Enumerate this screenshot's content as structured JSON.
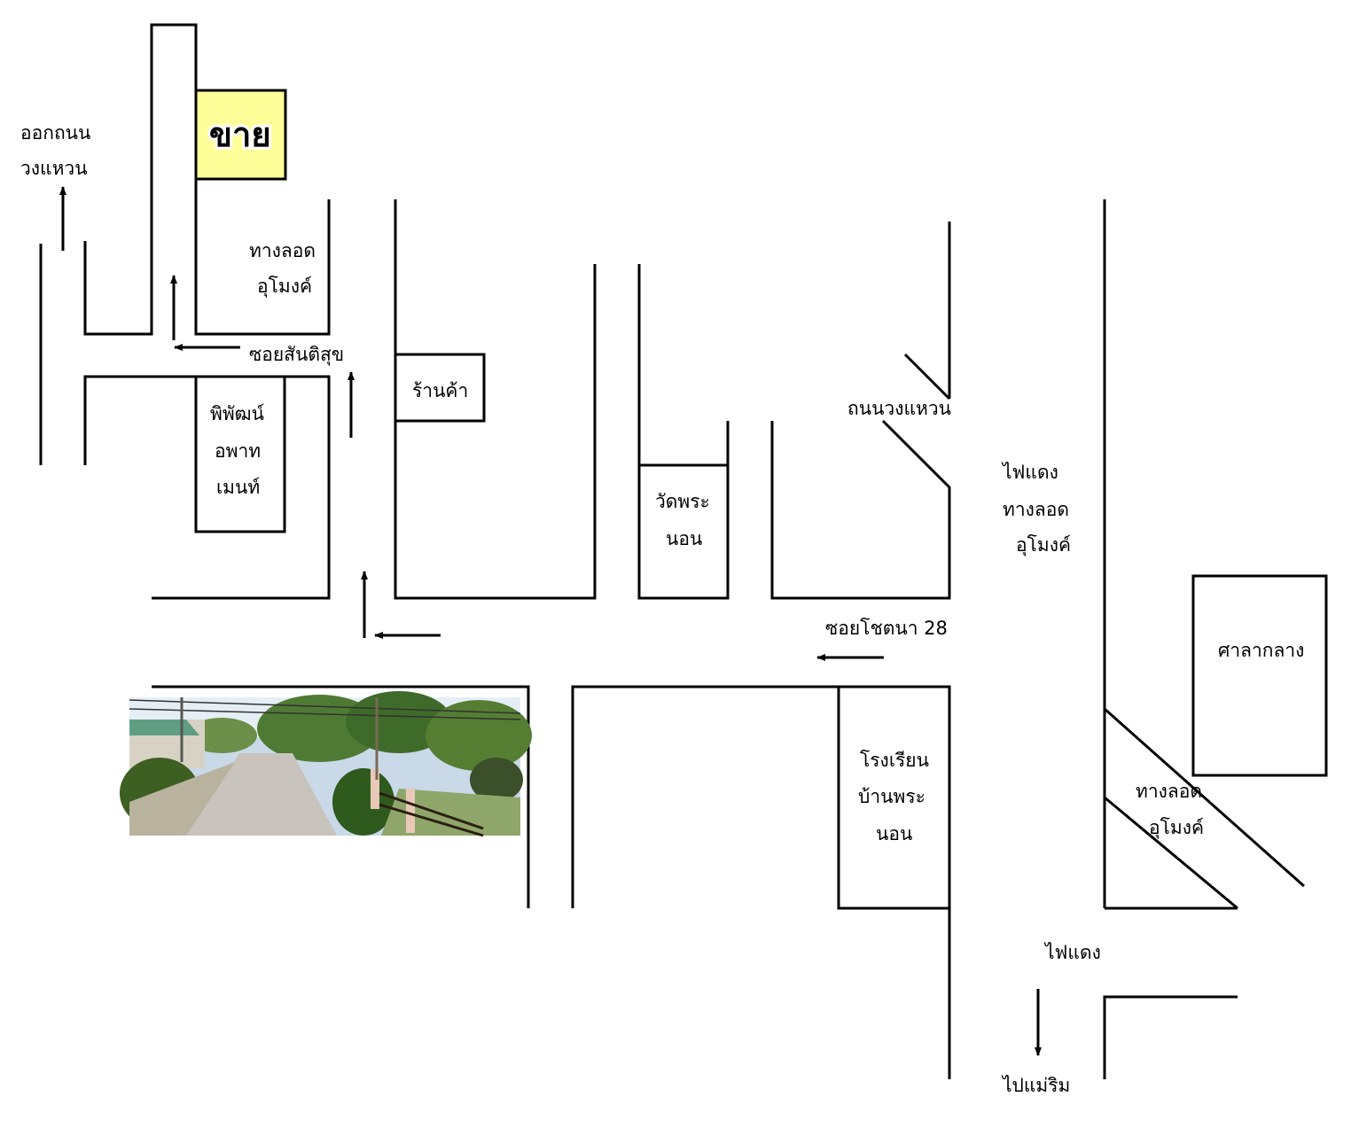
{
  "labels": {
    "sale": "ขาย",
    "exit_ring_road_1": "ออกถนน",
    "exit_ring_road_2": "วงแหวน",
    "underpass_top_1": "ทางลอด",
    "underpass_top_2": "อุโมงค์",
    "soi_santisuk": "ซอยสันติสุข",
    "shop": "ร้านค้า",
    "apartment_1": "พิพัฒน์",
    "apartment_2": "อพาท",
    "apartment_3": "เมนท์",
    "ring_road": "ถนนวงแหวน",
    "traffic_light_1": "ไฟแดง",
    "underpass_mid_1": "ทางลอด",
    "underpass_mid_2": "อุโมงค์",
    "temple_1": "วัดพระ",
    "temple_2": "นอน",
    "soi_chotana": "ซอยโชตนา 28",
    "town_hall": "ศาลากลาง",
    "school_1": "โรงเรียน",
    "school_2": "บ้านพระ",
    "school_3": "นอน",
    "underpass_bottom_1": "ทางลอด",
    "underpass_bottom_2": "อุโมงค์",
    "traffic_light_2": "ไฟแดง",
    "to_mae_rim": "ไปแม่ริม"
  },
  "colors": {
    "sale_box": "#ffff99",
    "lines": "#000000",
    "background": "#ffffff"
  },
  "photo": {
    "subject": "street photo of the soi with roadside houses and trees"
  }
}
